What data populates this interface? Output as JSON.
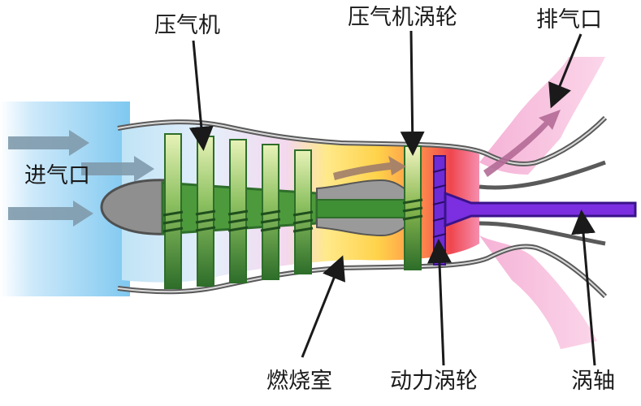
{
  "labels": {
    "intake": "进气口",
    "compressor": "压气机",
    "compressor_turbine": "压气机涡轮",
    "exhaust": "排气口",
    "combustor": "燃烧室",
    "power_turbine": "动力涡轮",
    "shaft": "涡轴"
  },
  "colors": {
    "intake_air": "#7fc8f0",
    "exhaust_gas": "#f2a6cf",
    "compressor_blade": "#8cc060",
    "compressor_dark": "#2e6e2a",
    "spool": "#4d9a3c",
    "combustion_yellow": "#ffe36a",
    "combustion_red": "#f0464f",
    "power_shaft": "#7b2fe0",
    "casing": "#9a9a9a",
    "label_text": "#1a1a1a"
  }
}
